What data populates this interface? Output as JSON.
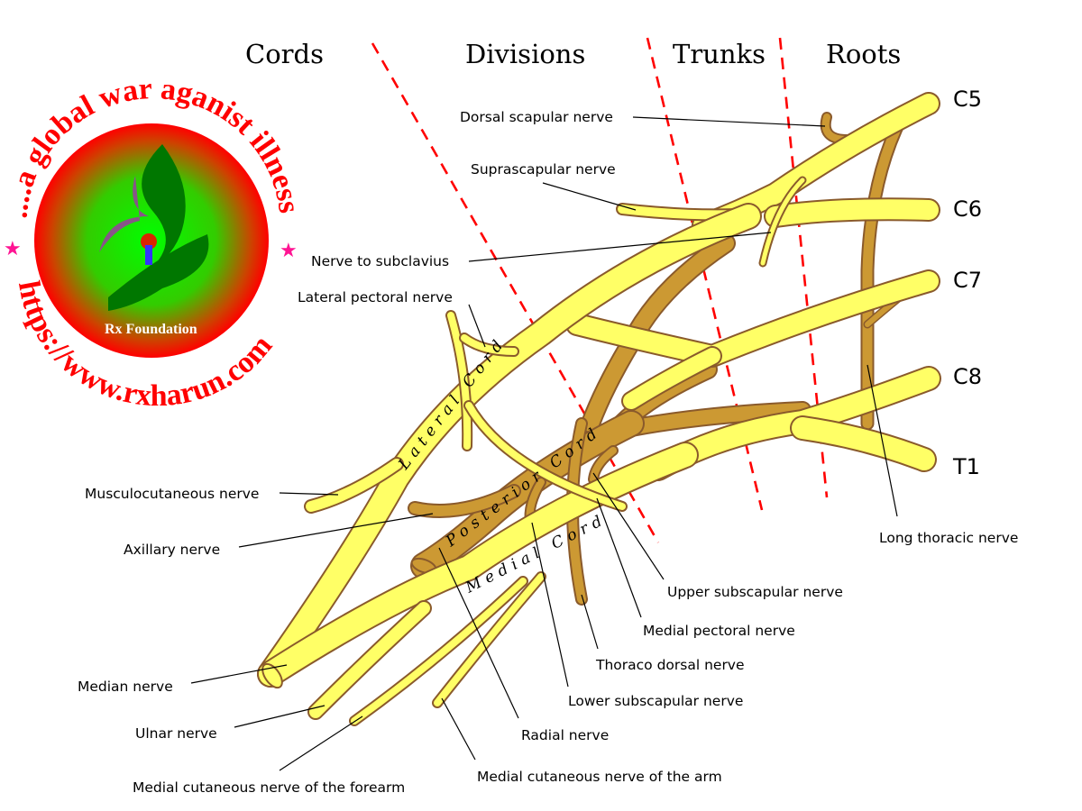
{
  "headers": {
    "cords": "Cords",
    "divisions": "Divisions",
    "trunks": "Trunks",
    "roots": "Roots"
  },
  "roots": [
    "C5",
    "C6",
    "C7",
    "C8",
    "T1"
  ],
  "cords": {
    "lateral": "Lateral Cord",
    "posterior": "Posterior Cord",
    "medial": "Medial Cord"
  },
  "labels": {
    "dorsal_scapular": "Dorsal scapular nerve",
    "suprascapular": "Suprascapular nerve",
    "subclavius": "Nerve to subclavius",
    "lateral_pectoral": "Lateral pectoral nerve",
    "musculocutaneous": "Musculocutaneous nerve",
    "axillary": "Axillary nerve",
    "median": "Median nerve",
    "ulnar": "Ulnar nerve",
    "med_cut_forearm": "Medial cutaneous nerve of the forearm",
    "med_cut_arm": "Medial cutaneous nerve of the arm",
    "radial": "Radial nerve",
    "lower_subscapular": "Lower subscapular nerve",
    "thoracodorsal": "Thoraco dorsal nerve",
    "medial_pectoral": "Medial pectoral nerve",
    "upper_subscapular": "Upper subscapular nerve",
    "long_thoracic": "Long thoracic nerve"
  },
  "colors": {
    "nerve": "#ffff66",
    "posterior": "#cc9933",
    "outline": "#8a5a2b",
    "divider": "#ff0000"
  },
  "logo": {
    "top_text": "....a global war aganist illness!",
    "bottom_text": "https://www.rxharun.com",
    "name": "Rx Foundation"
  }
}
